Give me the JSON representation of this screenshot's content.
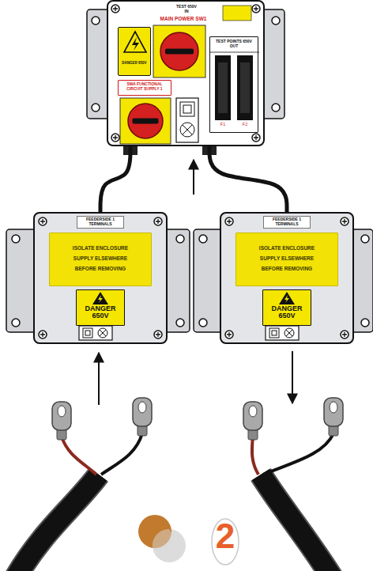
{
  "diagram": {
    "nodes": [
      {
        "text": [
          "TEST 650V IN",
          "MAIN POWER SW1"
        ]
      },
      {
        "text": [
          "DANGER 650V"
        ],
        "in": 0
      },
      {
        "text": [
          "SWA FUNCTIONAL CIRCUIT SUPPLY 1"
        ],
        "in": 0
      },
      {
        "text": [
          "TEST POINTS 650V OUT",
          "F1",
          "F2"
        ],
        "in": 0
      },
      {
        "text": [
          "FEEDERSIDE 1 TERMINALS"
        ]
      },
      {
        "text": [
          "ISOLATE ENCLOSURE SUPPLY ELSEWHERE BEFORE REMOVING"
        ],
        "in": 4
      },
      {
        "text": [
          "DANGER 650V"
        ],
        "in": 4
      },
      {
        "text": [
          "FEEDERSIDE 1 TERMINALS"
        ]
      },
      {
        "text": [
          "ISOLATE ENCLOSURE SUPPLY ELSEWHERE BEFORE REMOVING"
        ],
        "in": 7
      },
      {
        "text": [
          "DANGER 650V"
        ],
        "in": 7
      }
    ],
    "edges": [
      {
        "from": 4,
        "to": 0,
        "arrow": "none"
      },
      {
        "from": 7,
        "to": 0,
        "arrow": "none"
      }
    ],
    "labels": [
      "2"
    ]
  }
}
